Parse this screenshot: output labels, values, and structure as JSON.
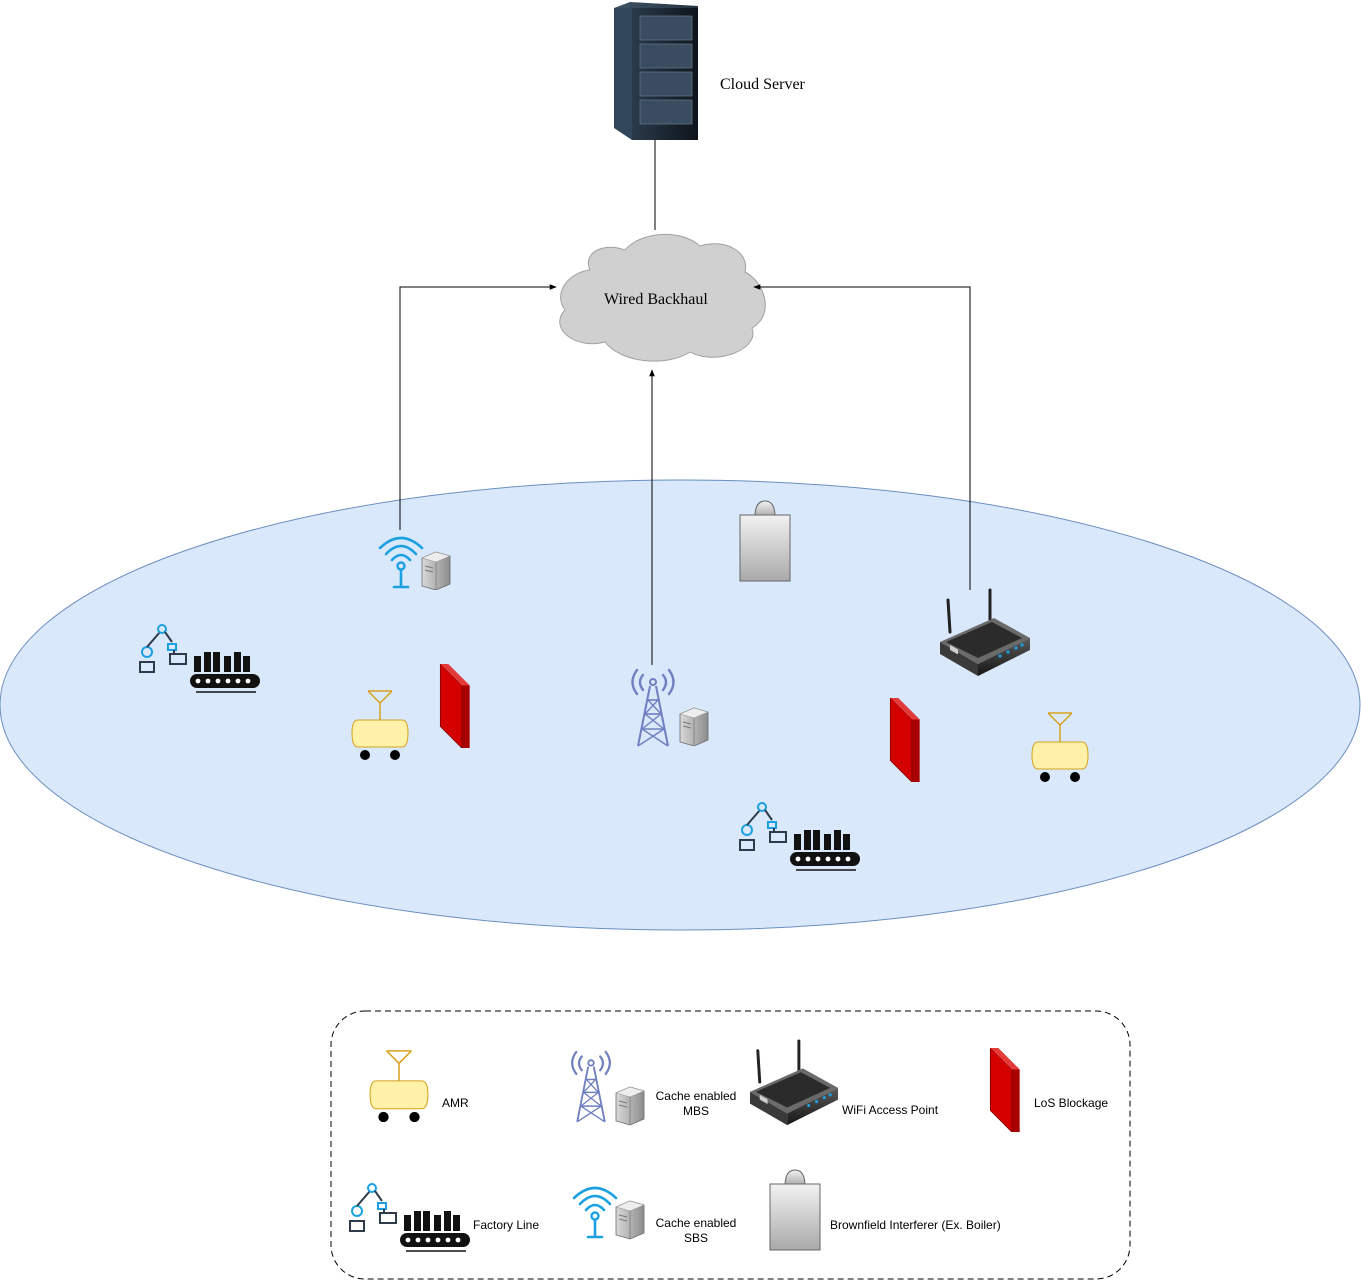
{
  "diagram": {
    "cloud_server_label": "Cloud Server",
    "backhaul_label": "Wired Backhaul",
    "colors": {
      "coverage_fill": "#dae8fc",
      "coverage_stroke": "#6c8ebf",
      "blockage": "#d40000",
      "amr_body": "#fff2a8",
      "amr_antenna": "#d6a21e",
      "sbs_wifi": "#1ba1e2",
      "mbs_tower": "#6f7fbf",
      "cloud_fill": "#d0d0d0"
    }
  },
  "legend": {
    "items": [
      {
        "label": "AMR",
        "icon": "amr-icon"
      },
      {
        "label_line1": "Cache enabled",
        "label_line2": "MBS",
        "icon": "cache-mbs-icon"
      },
      {
        "label": "WiFi Access Point",
        "icon": "wifi-router-icon"
      },
      {
        "label": "LoS Blockage",
        "icon": "blockage-icon"
      },
      {
        "label": "Factory Line",
        "icon": "factory-line-icon"
      },
      {
        "label_line1": "Cache enabled",
        "label_line2": "SBS",
        "icon": "cache-sbs-icon"
      },
      {
        "label": "Brownfield Interferer (Ex. Boiler)",
        "icon": "boiler-icon"
      }
    ]
  }
}
